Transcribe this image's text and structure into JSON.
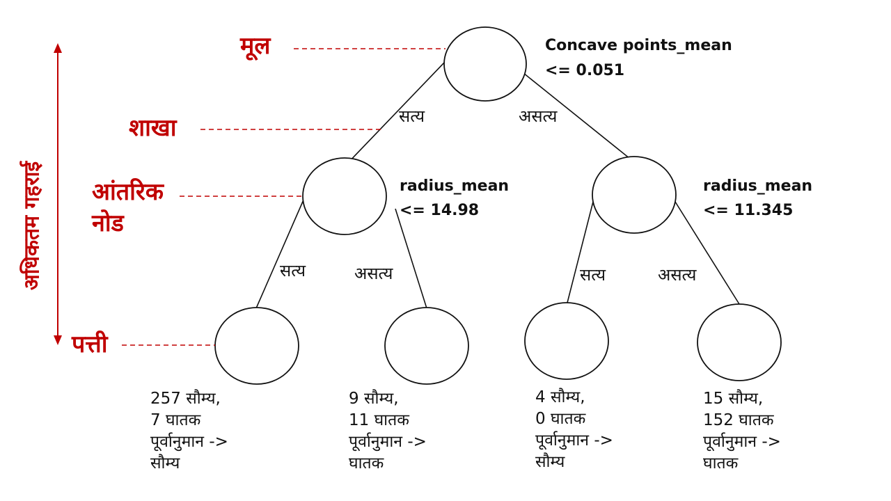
{
  "colors": {
    "annotation": "#c00000",
    "ink": "#111111"
  },
  "annotations": {
    "root": "मूल",
    "branch": "शाखा",
    "internal_node_line1": "आंतरिक",
    "internal_node_line2": "नोड",
    "leaf": "पत्ती",
    "max_depth": "अधिकतम गहराई"
  },
  "nodes": {
    "root": {
      "condition_line1": "Concave points_mean",
      "condition_line2": "<= 0.051"
    },
    "left": {
      "condition_line1": "radius_mean",
      "condition_line2": "<= 14.98"
    },
    "right": {
      "condition_line1": "radius_mean",
      "condition_line2": "<= 11.345"
    }
  },
  "edges": {
    "root_left": "सत्य",
    "root_right": "असत्य",
    "left_left": "सत्य",
    "left_right": "असत्य",
    "right_left": "सत्य",
    "right_right": "असत्य"
  },
  "leaves": [
    {
      "line1": "257 सौम्य,",
      "line2": "7 घातक",
      "line3": "पूर्वानुमान ->",
      "line4": "सौम्य"
    },
    {
      "line1": "9 सौम्य,",
      "line2": "11 घातक",
      "line3": "पूर्वानुमान ->",
      "line4": "घातक"
    },
    {
      "line1": "4 सौम्य,",
      "line2": "0 घातक",
      "line3": "पूर्वानुमान ->",
      "line4": "सौम्य"
    },
    {
      "line1": "15 सौम्य,",
      "line2": "152 घातक",
      "line3": "पूर्वानुमान ->",
      "line4": "घातक"
    }
  ]
}
